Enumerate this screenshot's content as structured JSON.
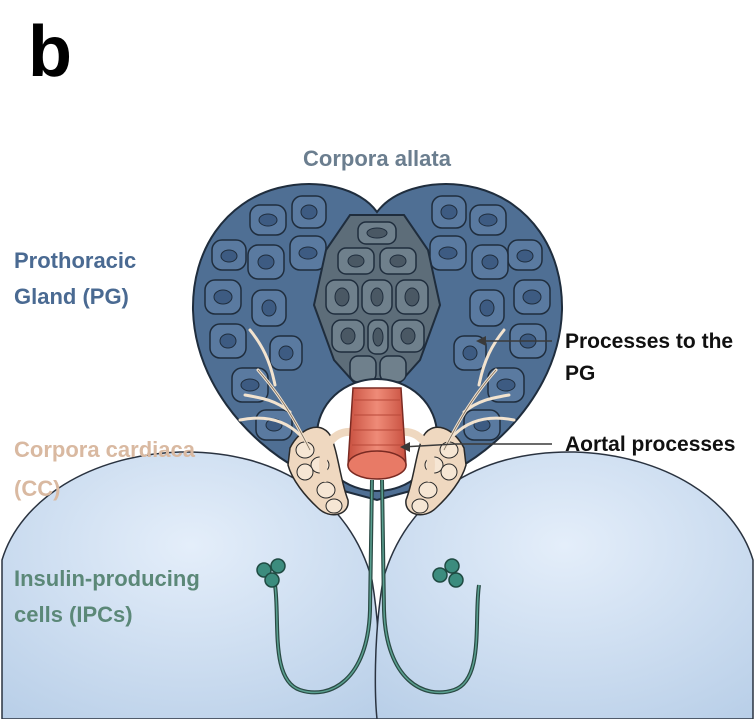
{
  "panel_letter": "b",
  "labels": {
    "corpora_allata": "Corpora allata",
    "pg_line1": "Prothoracic",
    "pg_line2": "Gland (PG)",
    "cc_line1": "Corpora cardiaca",
    "cc_line2": "(CC)",
    "ipc_line1": "Insulin-producing",
    "ipc_line2": "cells (IPCs)",
    "processes_line1": "Processes to the",
    "processes_line2": "PG",
    "aortal": "Aortal processes"
  },
  "colors": {
    "corpora_allata": "#6b7e8f",
    "prothoracic_gland": "#4a6a92",
    "corpora_cardiaca": "#d9b9a1",
    "ipcs": "#5b8878",
    "gland_fill": "#4f6f94",
    "ca_fill": "#5d6d79",
    "cc_fill": "#efd8c0",
    "aorta": "#e07060",
    "brain": "#cfe0f2",
    "ipc_cell": "#3c8c7e"
  }
}
